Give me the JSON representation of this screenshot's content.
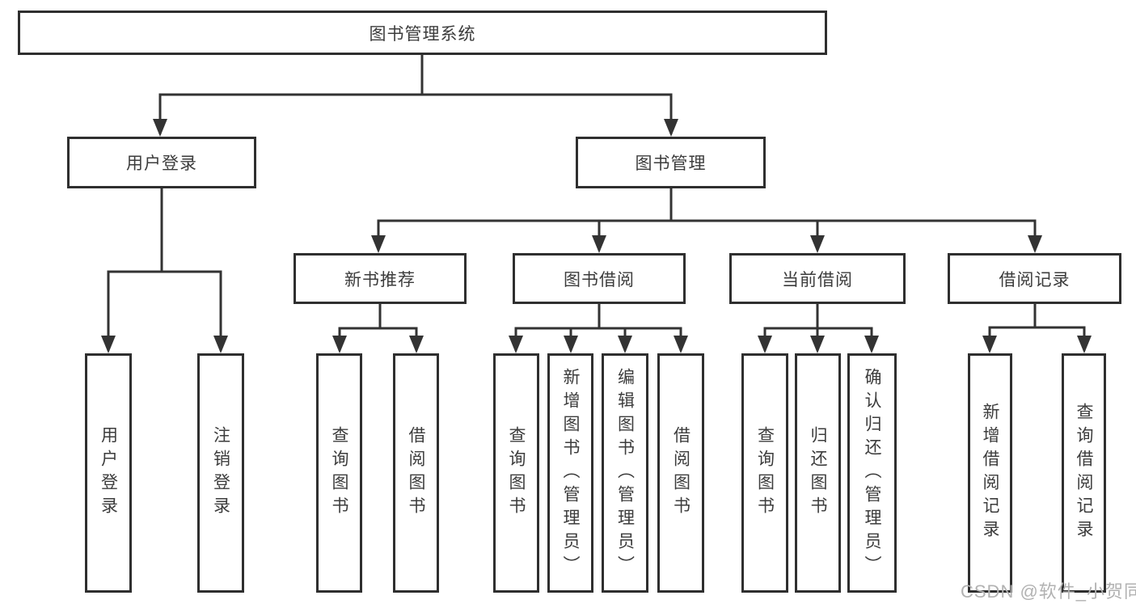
{
  "nodes": {
    "root": "图书管理系统",
    "user_login": "用户登录",
    "book_mgmt": "图书管理",
    "new_book": "新书推荐",
    "book_borrow": "图书借阅",
    "current_borrow": "当前借阅",
    "borrow_record": "借阅记录"
  },
  "leaves": {
    "user_login": [
      "用户登录",
      "注销登录"
    ],
    "new_book": [
      "查询图书",
      "借阅图书"
    ],
    "book_borrow": [
      "查询图书",
      "新增图书（管理员）",
      "编辑图书（管理员）",
      "借阅图书"
    ],
    "current_borrow": [
      "查询图书",
      "归还图书",
      "确认归还（管理员）"
    ],
    "borrow_record": [
      "新增借阅记录",
      "查询借阅记录"
    ]
  },
  "watermark": "CSDN @软件_小贺同学",
  "colors": {
    "line": "#333333",
    "border": "#2f2f2f",
    "text": "#3c3c3c",
    "watermark": "#b2b2b2",
    "background": "#ffffff"
  }
}
